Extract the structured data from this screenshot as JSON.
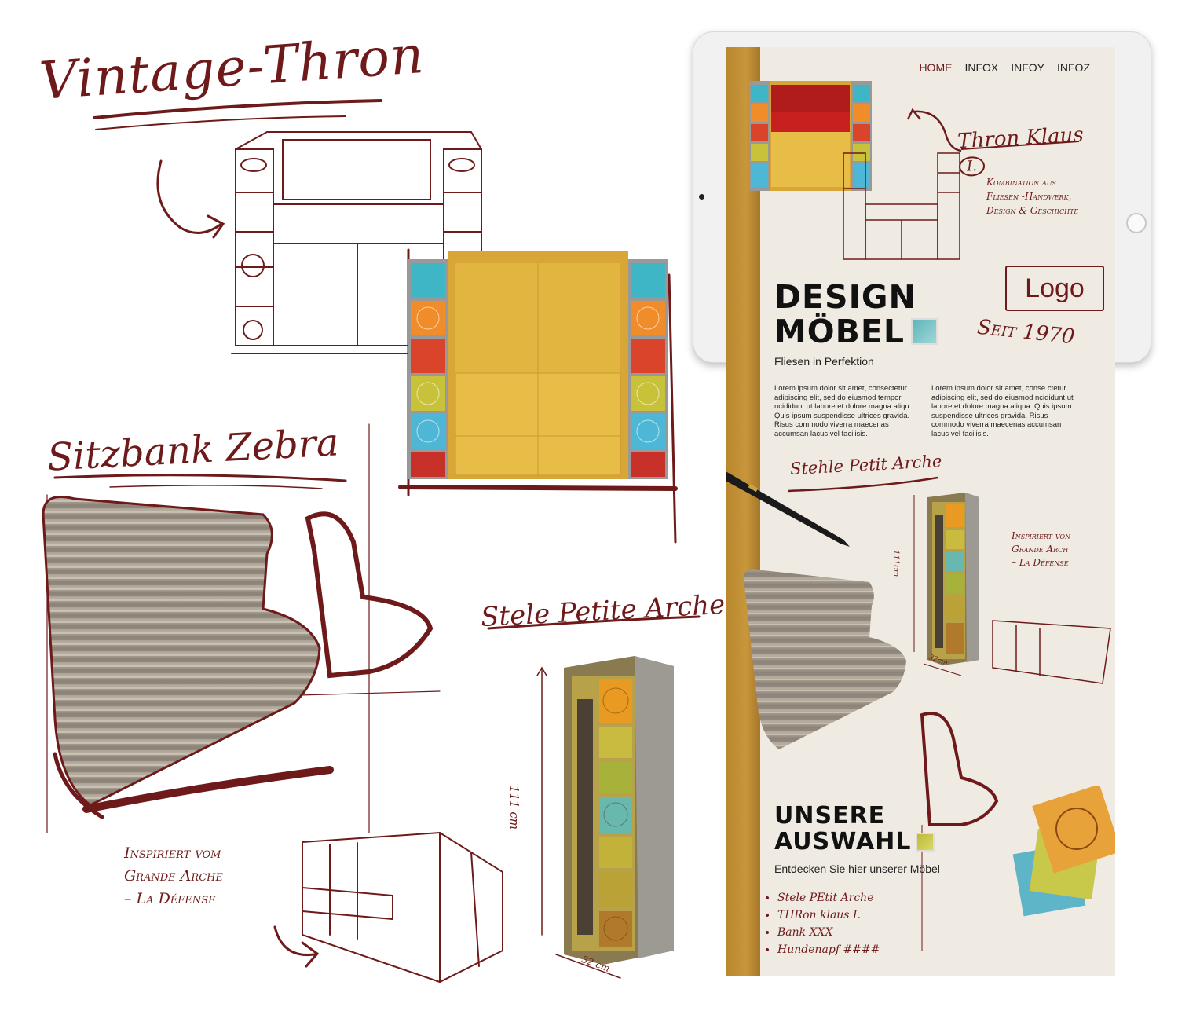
{
  "sketch_titles": {
    "vintage": "Vintage-Thron",
    "sitzbank": "Sitzbank Zebra",
    "stele": "Stele Petite Arche"
  },
  "left_caption": [
    "Inspiriert vom",
    "Grande Arche",
    "– La Défense"
  ],
  "stele_dimensions": {
    "height": "111 cm",
    "width": "32 cm"
  },
  "website": {
    "nav": [
      "HOME",
      "INFOX",
      "INFOY",
      "INFOZ"
    ],
    "active_nav": "HOME",
    "thron_title": "Thron Klaus",
    "thron_badge": "I.",
    "thron_desc": [
      "Kombination aus",
      "Fliesen -Handwerk,",
      "Design & Geschichte"
    ],
    "headline": [
      "DESIGN",
      "MÖBEL"
    ],
    "subheadline": "Fliesen in Perfektion",
    "logo": "Logo",
    "seit": "Seit 1970",
    "lorem_left": "Lorem ipsum dolor sit amet, consectetur adipiscing elit, sed do eiusmod tempor ncididunt ut labore et dolore magna aliqu. Quis ipsum suspendisse ultrices gravida. Risus commodo viverra maecenas accumsan lacus vel facilisis.",
    "lorem_right": "Lorem ipsum dolor sit amet, conse ctetur adipiscing elit, sed do eiusmod ncididunt ut labore et dolore magna aliqua. Quis ipsum suspendisse ultrices gravida. Risus commodo viverra maecenas accumsan lacus vel facilisis.",
    "stele_title": "Stehle Petit Arche",
    "stele_caption": [
      "Inspiriert von",
      "Grande Arch",
      "– La Défense"
    ],
    "stele_height": "111cm",
    "stele_width": "32cm",
    "auswahl_headline": [
      "UNSERE",
      "AUSWAHL"
    ],
    "auswahl_sub": "Entdecken Sie hier unserer Möbel",
    "auswahl_list": [
      "Stele PEtit Arche",
      "THRon klaus I.",
      "Bank XXX",
      "Hundenapf ####"
    ]
  },
  "colors": {
    "ink": "#6e1a1a",
    "gold": "#c8963b",
    "paper": "#efebe3"
  }
}
